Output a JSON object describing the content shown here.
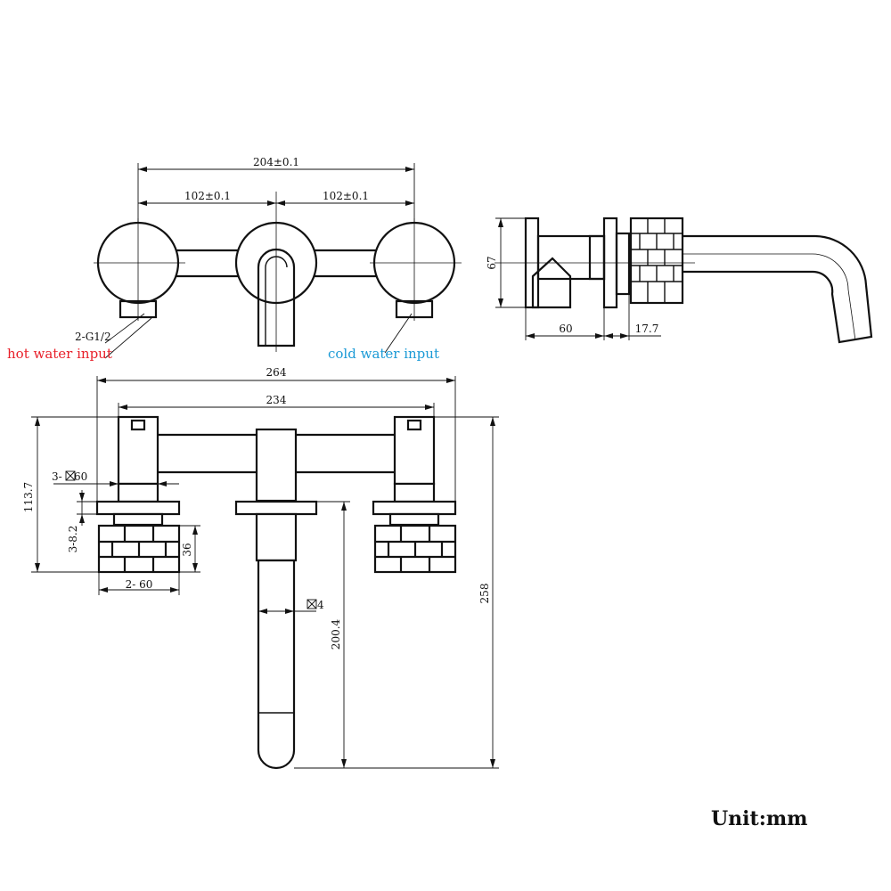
{
  "labels": {
    "hot_water": "hot water input",
    "cold_water": "cold water input",
    "unit": "Unit:mm"
  },
  "colors": {
    "hot": "#e8202a",
    "cold": "#1b9ad6",
    "line": "#111111"
  },
  "dimensions": {
    "total_spacing": "204±0.1",
    "left_spacing": "102±0.1",
    "right_spacing": "102±0.1",
    "thread": "2-G1/2",
    "side_height": "67",
    "side_depth": "60",
    "side_plate": "17.7",
    "overall_width": "264",
    "body_width": "234",
    "body_height": "113.7",
    "square_stem": "3-",
    "square_stem_size": "60",
    "handle_gap": "3-8.2",
    "handle_height": "36",
    "handle_width": "2- 60",
    "spout_square": "4",
    "spout_length": "200.4",
    "overall_height": "258"
  }
}
